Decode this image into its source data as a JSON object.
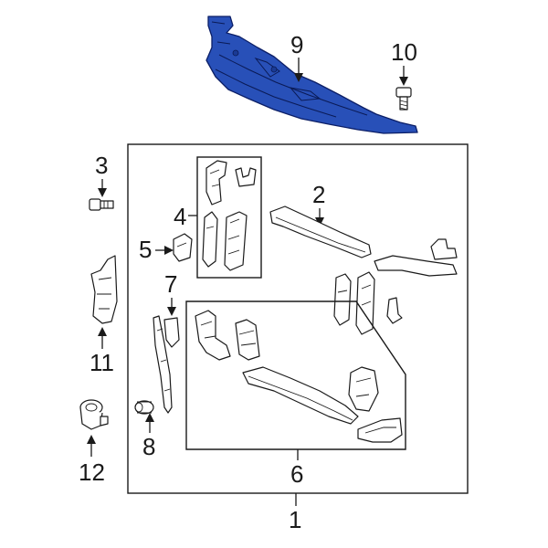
{
  "colors": {
    "highlight": "#2850b8",
    "highlight_dark": "#1a3a94",
    "line": "#1a1a1a"
  },
  "callouts": {
    "c1": "1",
    "c2": "2",
    "c3": "3",
    "c4": "4",
    "c5": "5",
    "c6": "6",
    "c7": "7",
    "c8": "8",
    "c9": "9",
    "c10": "10",
    "c11": "11",
    "c12": "12"
  }
}
